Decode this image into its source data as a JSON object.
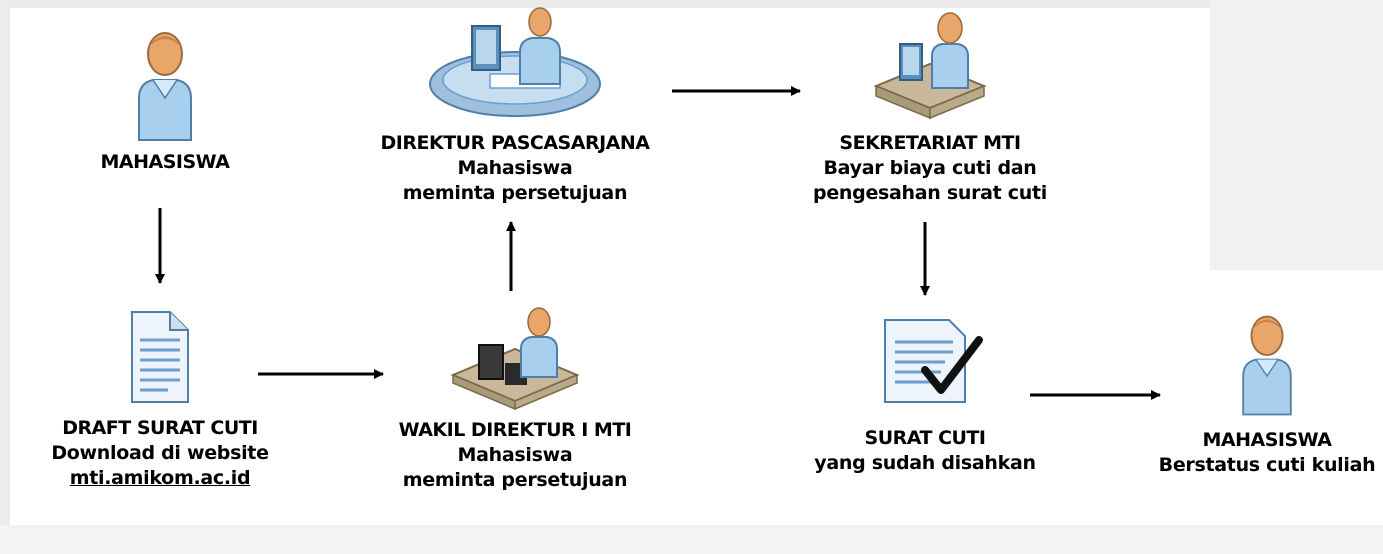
{
  "nodes": {
    "mahasiswa_start": {
      "title": "MAHASISWA"
    },
    "direktur": {
      "title": "DIREKTUR PASCASARJANA",
      "line1": "Mahasiswa",
      "line2": "meminta persetujuan"
    },
    "sekretariat": {
      "title": "SEKRETARIAT MTI",
      "line1": "Bayar biaya cuti dan",
      "line2": "pengesahan surat cuti"
    },
    "draft": {
      "title": "DRAFT SURAT CUTI",
      "line1": "Download di website",
      "line2": "mti.amikom.ac.id"
    },
    "wakil": {
      "title": "WAKIL DIREKTUR I MTI",
      "line1": "Mahasiswa",
      "line2": "meminta persetujuan"
    },
    "surat": {
      "title": "SURAT CUTI",
      "line1": "yang sudah disahkan"
    },
    "mahasiswa_end": {
      "title": "MAHASISWA",
      "line1": "Berstatus cuti kuliah"
    }
  },
  "icons": {
    "person": "person-icon",
    "document": "document-icon",
    "document_check": "approved-document-icon",
    "workstation": "desk-workstation-icon"
  },
  "colors": {
    "skin": "#e9a66b",
    "shirt": "#a9cfee",
    "shirt_dark": "#5d8fb8",
    "desk": "#c9b99a",
    "platform": "#9ec0de",
    "arrow": "#000000",
    "paper": "#eef4fb",
    "paper_lines": "#6a9fd0"
  }
}
